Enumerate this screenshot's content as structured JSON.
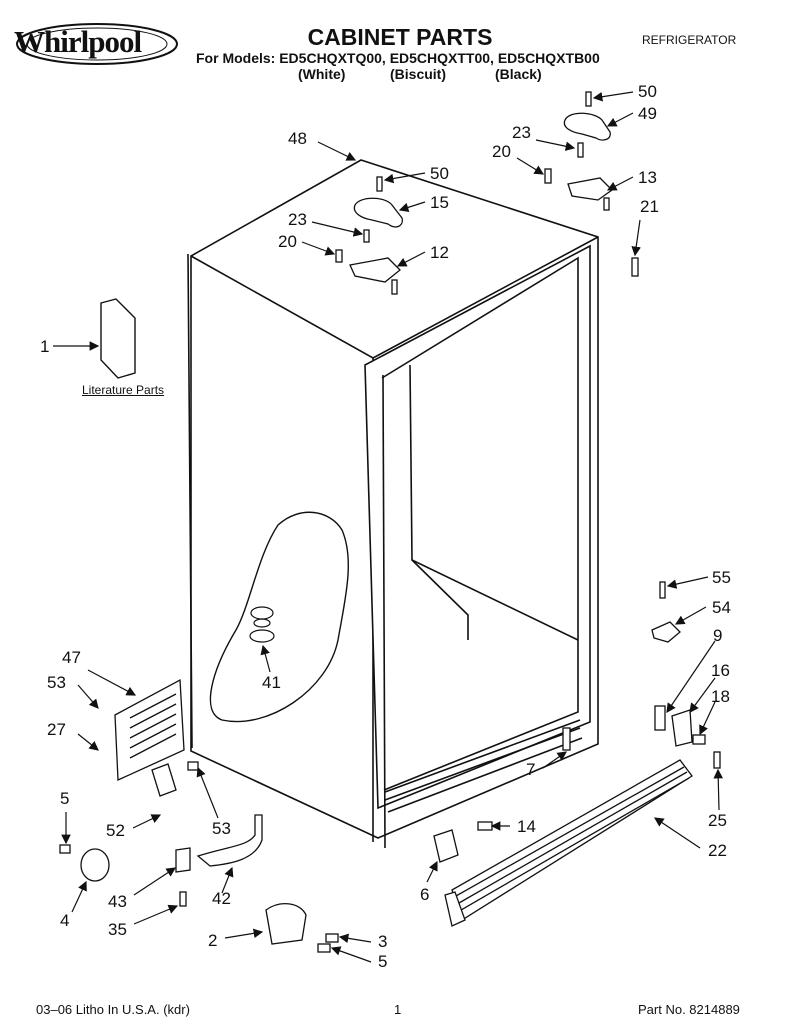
{
  "brand": "Whirlpool",
  "title": "CABINET PARTS",
  "category": "REFRIGERATOR",
  "models_line": "For Models: ED5CHQXTQ00, ED5CHQXTT00, ED5CHQXTB00",
  "colors": [
    "(White)",
    "(Biscuit)",
    "(Black)"
  ],
  "literature_label": "Literature Parts",
  "callouts": [
    "50",
    "49",
    "48",
    "23",
    "20",
    "13",
    "50",
    "15",
    "21",
    "23",
    "20",
    "12",
    "1",
    "55",
    "54",
    "9",
    "16",
    "18",
    "47",
    "41",
    "53",
    "27",
    "7",
    "14",
    "25",
    "5",
    "53",
    "52",
    "22",
    "6",
    "43",
    "4",
    "42",
    "35",
    "2",
    "3",
    "5"
  ],
  "footer": {
    "left": "03–06 Litho In U.S.A. (kdr)",
    "center": "1",
    "right": "Part No. 8214889"
  }
}
